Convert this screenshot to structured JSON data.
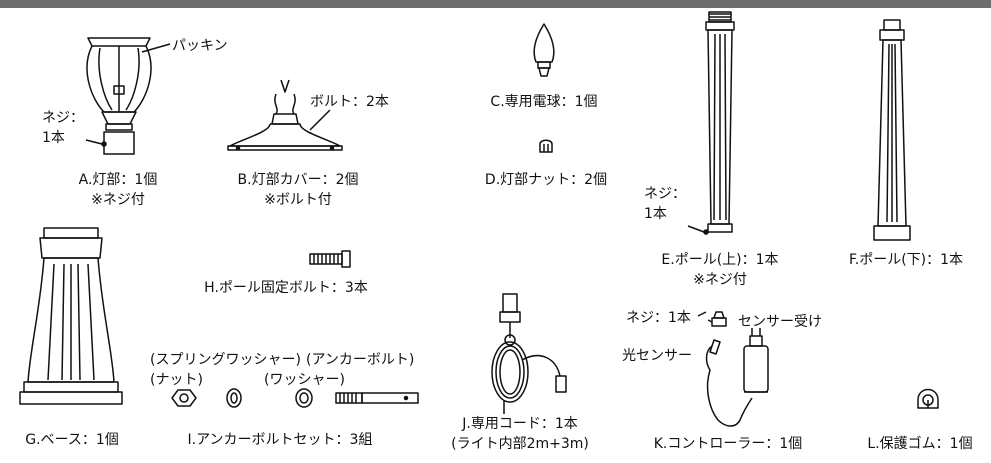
{
  "parts": {
    "a": {
      "label": "A.灯部：1個",
      "note": "※ネジ付",
      "callout_packing": "パッキン",
      "callout_screw_1": "ネジ：",
      "callout_screw_2": "1本"
    },
    "b": {
      "label": "B.灯部カバー：2個",
      "note": "※ボルト付",
      "callout_bolt": "ボルト：2本"
    },
    "c": {
      "label": "C.専用電球：1個"
    },
    "d": {
      "label": "D.灯部ナット：2個"
    },
    "e": {
      "label": "E.ポール(上)：1本",
      "note": "※ネジ付",
      "callout_screw_1": "ネジ：",
      "callout_screw_2": "1本"
    },
    "f": {
      "label": "F.ポール(下)：1本"
    },
    "g": {
      "label": "G.ベース：1個"
    },
    "h": {
      "label": "H.ポール固定ボルト：3本"
    },
    "i": {
      "label": "I.アンカーボルトセット：3組",
      "spring_washer": "(スプリングワッシャー)",
      "anchor_bolt": "(アンカーボルト)",
      "nut": "(ナット)",
      "washer": "(ワッシャー)"
    },
    "j": {
      "label": "J.専用コード：1本",
      "note": "(ライト内部2m+3m)"
    },
    "k": {
      "label": "K.コントローラー：1個",
      "callout_screw": "ネジ：1本",
      "callout_receiver": "センサー受け",
      "callout_sensor": "光センサー"
    },
    "l": {
      "label": "L.保護ゴム：1個"
    }
  },
  "colors": {
    "top_bar": "#6e6e6e",
    "ink": "#111111"
  }
}
